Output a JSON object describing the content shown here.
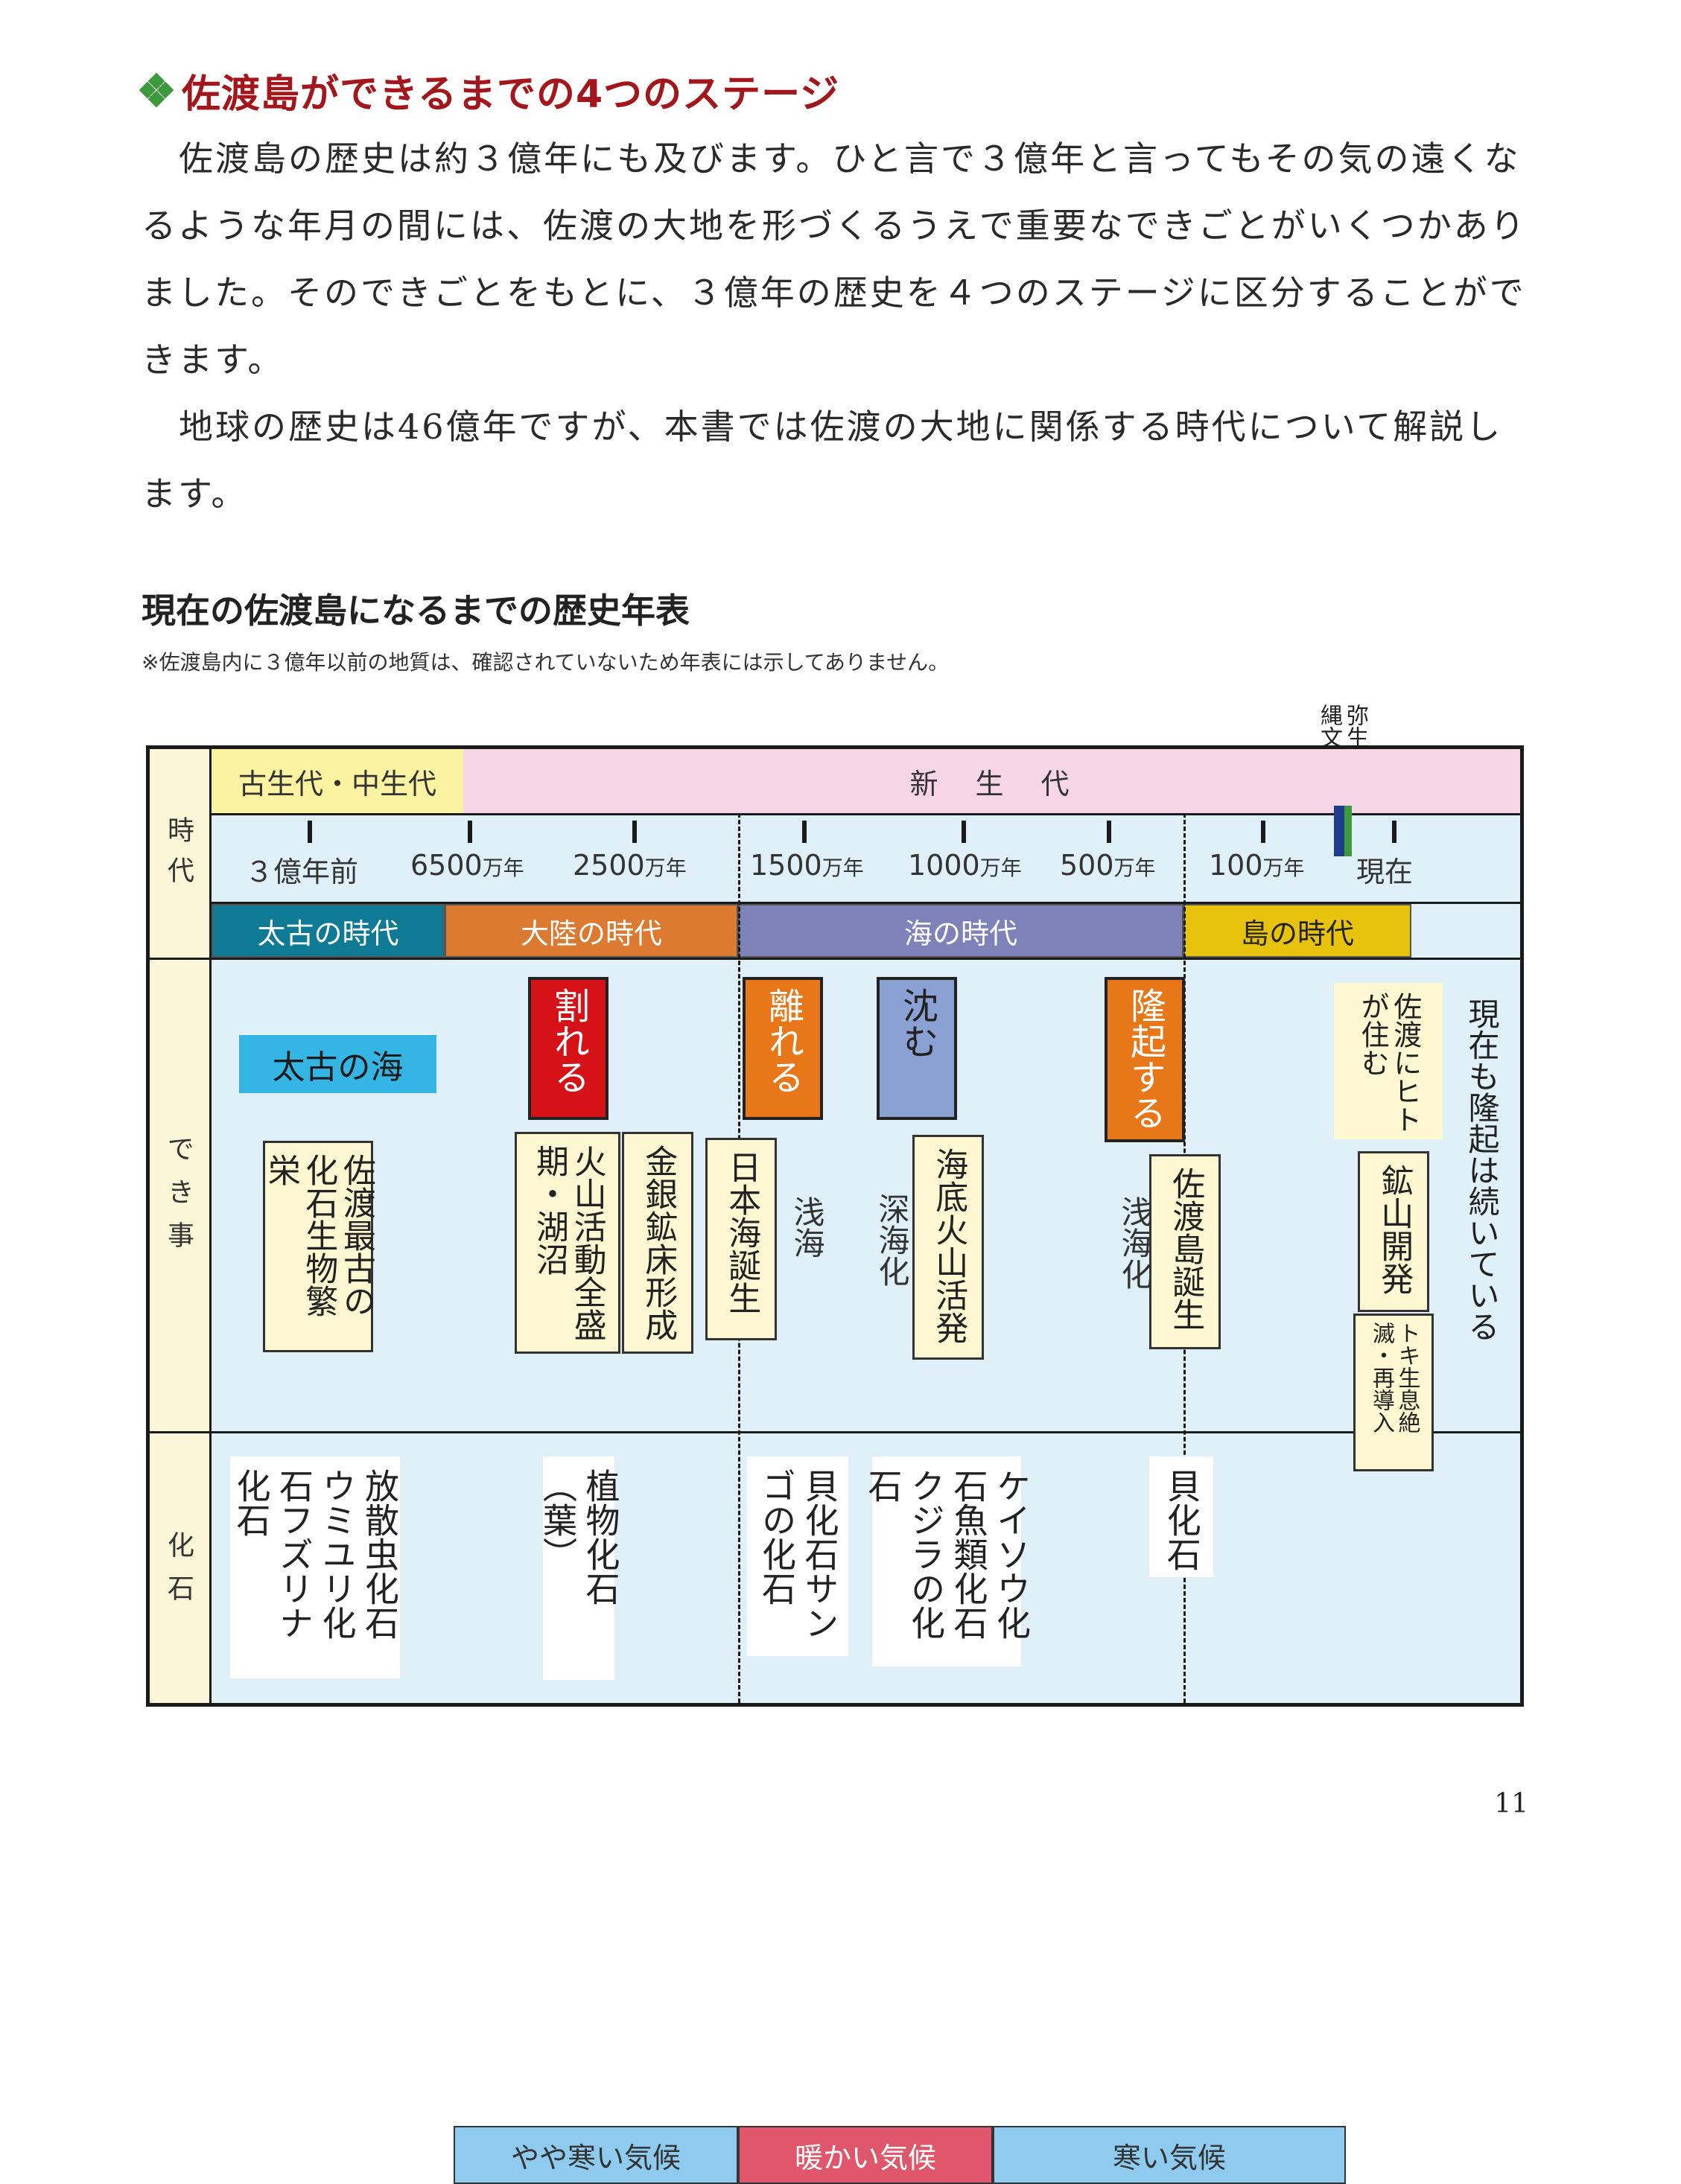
{
  "heading": {
    "marker_icon": "diamond-cluster-icon",
    "title": "佐渡島ができるまでの4つのステージ",
    "title_color": "#a3171c"
  },
  "paragraphs": [
    "佐渡島の歴史は約３億年にも及びます。ひと言で３億年と言ってもその気の遠くなるような年月の間には、佐渡の大地を形づくるうえで重要なできごとがいくつかありました。そのできごとをもとに、３億年の歴史を４つのステージに区分することができます。",
    "地球の歴史は46億年ですが、本書では佐渡の大地に関係する時代について解説します。"
  ],
  "timeline": {
    "title": "現在の佐渡島になるまでの歴史年表",
    "note": "※佐渡島内に３億年以前の地質は、確認されていないため年表には示してありません。",
    "row_labels": {
      "period": "時代",
      "events": "でき事",
      "fossils": "化石"
    },
    "geologic_eras": {
      "paleo_meso": "古生代・中生代",
      "cenozoic": "新　生　代"
    },
    "human_eras": {
      "jomon": "縄文時代",
      "yayoi": "弥生時代"
    },
    "ticks": [
      {
        "num": "３億年前",
        "unit": ""
      },
      {
        "num": "6500",
        "unit": "万年"
      },
      {
        "num": "2500",
        "unit": "万年"
      },
      {
        "num": "1500",
        "unit": "万年"
      },
      {
        "num": "1000",
        "unit": "万年"
      },
      {
        "num": "500",
        "unit": "万年"
      },
      {
        "num": "100",
        "unit": "万年"
      },
      {
        "num": "現在",
        "unit": ""
      }
    ],
    "stages": [
      {
        "label": "太古の時代",
        "color": "#0f7a93"
      },
      {
        "label": "大陸の時代",
        "color": "#dd7a32"
      },
      {
        "label": "海の時代",
        "color": "#7f82b9"
      },
      {
        "label": "島の時代",
        "color": "#e7c30d"
      }
    ],
    "events": {
      "ancient_sea": "太古の海",
      "split": "割れる",
      "separate": "離れる",
      "sink": "沈む",
      "uplift": "隆起する",
      "oldest_fossils": "佐渡最古の化石生物繁栄",
      "volcanic": "火山活動全盛期・湖沼",
      "ore": "金銀鉱床形成",
      "japan_sea": "日本海誕生",
      "shallow": "浅海",
      "deep": "深海化",
      "seafloor_volcano": "海底火山活発",
      "shallowing": "浅海化",
      "island_birth": "佐渡島誕生",
      "humans": "佐渡にヒトが住む",
      "mine": "鉱山開発",
      "ibis": "トキ生息絶滅・再導入",
      "still_rising": "現在も隆起は続いている"
    },
    "climate": [
      {
        "label": "やや寒い気候",
        "color": "#8fcaef"
      },
      {
        "label": "暖かい気候",
        "color": "#e0566a"
      },
      {
        "label": "寒い気候",
        "color": "#8fcaef"
      }
    ],
    "fossils": {
      "f1": "放散虫化石ウミユリ化石フズリナ化石",
      "f2": "植物化石（葉）",
      "f3": "貝化石サンゴの化石",
      "f4": "ケイソウ化石魚類化石クジラの化石",
      "f5": "貝化石"
    }
  },
  "page_number": "11"
}
